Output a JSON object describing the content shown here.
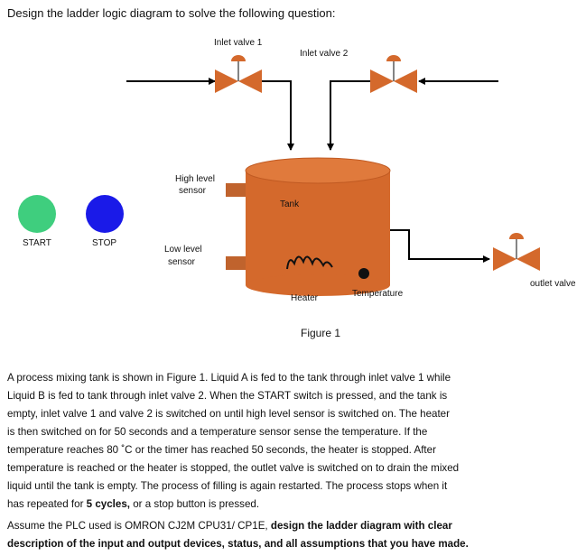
{
  "heading": "Design the ladder logic diagram to solve the following question:",
  "diagram": {
    "inlet_valve_1": "Inlet valve 1",
    "inlet_valve_2": "Inlet valve 2",
    "high_level_sensor_line1": "High level",
    "high_level_sensor_line2": "sensor",
    "low_level_sensor_line1": "Low level",
    "low_level_sensor_line2": "sensor",
    "tank": "Tank",
    "heater": "Heater",
    "temperature": "Temperature",
    "outlet_valve": "outlet valve",
    "start": "START",
    "stop": "STOP",
    "figure_caption": "Figure 1"
  },
  "colors": {
    "tank": "#d4692c",
    "tank_top": "#e0783a",
    "valve": "#d4692c",
    "sensor": "#c0632d",
    "start_button": "#3fce7e",
    "stop_button": "#1a1ae8"
  },
  "paragraph1": {
    "line1": "A process mixing tank is shown in Figure 1. Liquid A is fed to the tank through inlet valve 1 while",
    "line2": "Liquid B is fed to tank through inlet valve 2. When the START switch is pressed, and the tank is",
    "line3": "empty, inlet valve 1 and valve 2 is switched on until high level sensor is switched on. The heater",
    "line4": "is then switched on for 50 seconds and a temperature sensor sense the temperature.  If the",
    "line5": "temperature reaches 80 ˚C or the timer has reached 50 seconds, the heater is stopped. After",
    "line6": "temperature is reached or the heater is stopped, the outlet valve is switched on to drain the mixed",
    "line7": "liquid until the tank is empty. The process of filling is again restarted. The process stops when it",
    "line8_start": "has repeated for ",
    "line8_bold": "5 cycles,",
    "line8_end": " or a stop button is pressed."
  },
  "paragraph2": {
    "line1_start": "Assume the PLC used is OMRON CJ2M CPU31/ CP1E, ",
    "line1_bold": "design the ladder diagram with clear",
    "line2_bold": "description of the input and output devices, status, and all assumptions that you have made."
  }
}
